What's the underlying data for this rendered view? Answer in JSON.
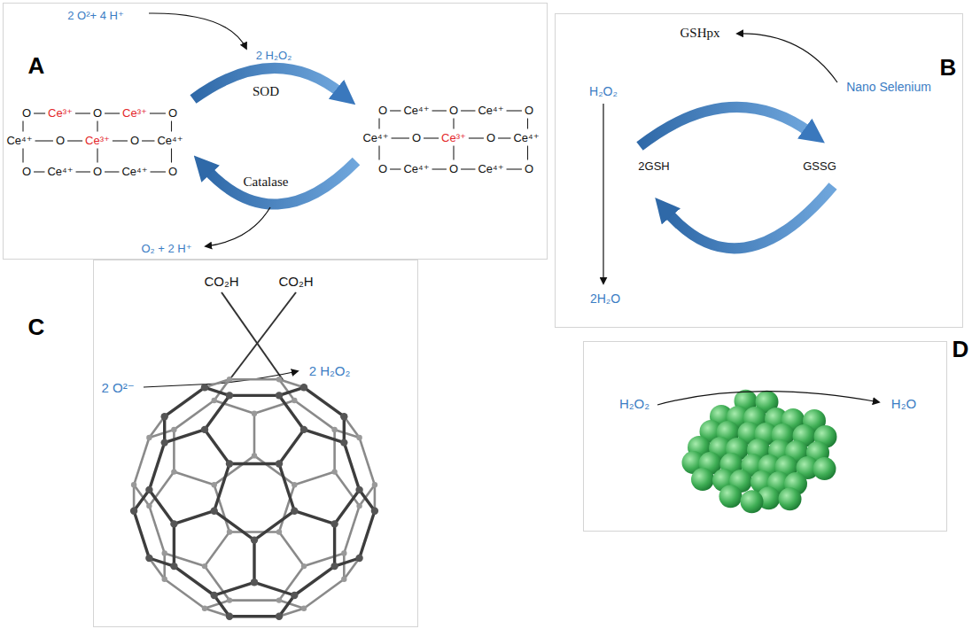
{
  "diagram": {
    "nodes": [
      {
        "text": [
          "A"
        ]
      },
      {
        "text": [
          "B"
        ]
      },
      {
        "text": [
          "C"
        ]
      },
      {
        "text": [
          "D"
        ]
      }
    ],
    "labels": [
      "2 O²+ 4 H⁺",
      "2 H₂O₂",
      "SOD",
      "Catalase",
      "O₂ + 2 H⁺",
      "O",
      "Ce³⁺",
      "O",
      "Ce³⁺",
      "O",
      "Ce⁴⁺",
      "O",
      "Ce³⁺",
      "O",
      "Ce⁴⁺",
      "O",
      "Ce⁴⁺",
      "O",
      "Ce⁴⁺",
      "O",
      "O",
      "Ce⁴⁺",
      "O",
      "Ce⁴⁺",
      "O",
      "Ce⁴⁺",
      "O",
      "Ce³⁺",
      "O",
      "Ce⁴⁺",
      "O",
      "Ce⁴⁺",
      "O",
      "Ce⁴⁺",
      "O",
      "GSHpx",
      "Nano Selenium",
      "H₂O₂",
      "2GSH",
      "GSSG",
      "2H₂O",
      "CO₂H",
      "CO₂H",
      "2 O²⁻",
      "2 H₂O₂",
      "H₂O₂",
      "H₂O"
    ]
  }
}
